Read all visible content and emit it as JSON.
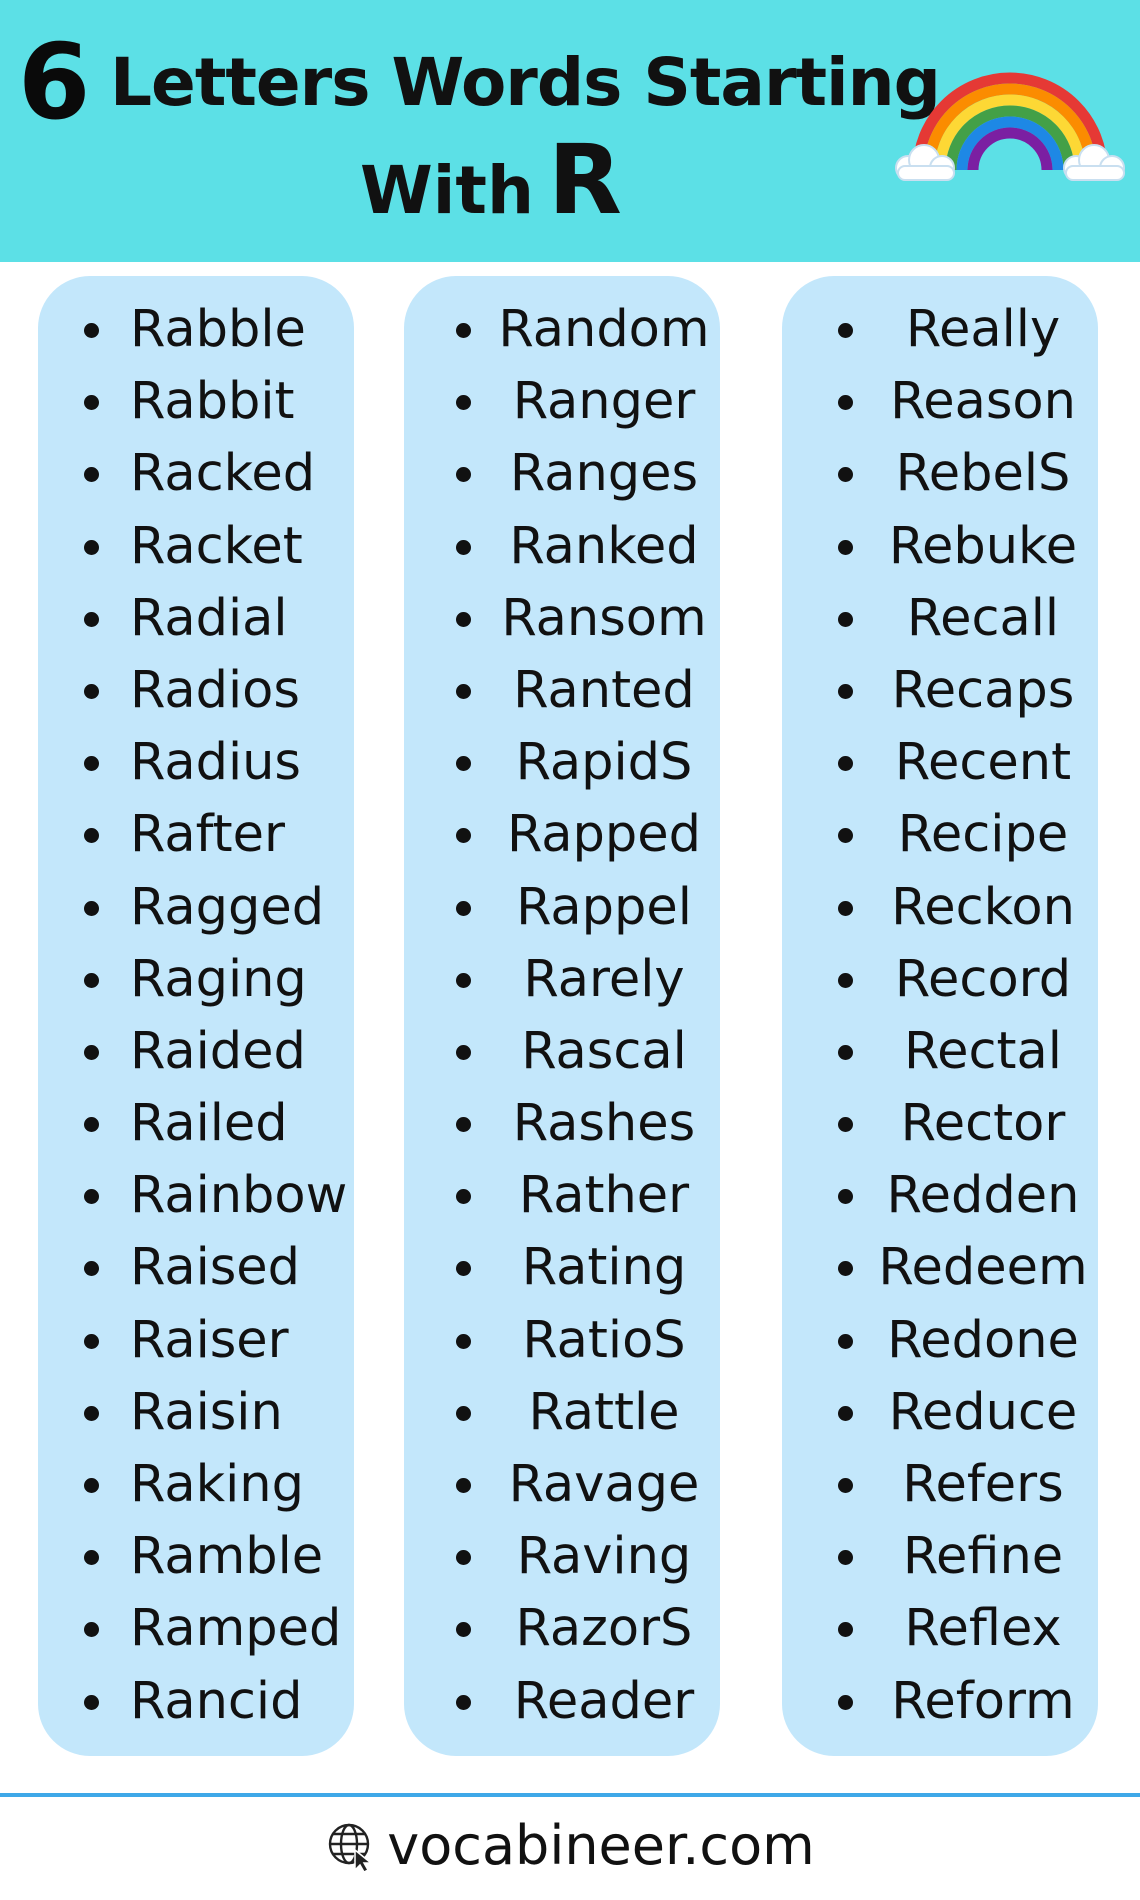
{
  "header": {
    "number": "6",
    "title_line1": "Letters Words Starting",
    "title_line2_prefix": "With",
    "title_letter": "R",
    "bg_color": "#5ce0e6"
  },
  "columns": [
    [
      "Rabble",
      "Rabbit",
      "Racked",
      "Racket",
      "Radial",
      "Radios",
      "Radius",
      "Rafter",
      "Ragged",
      "Raging",
      "Raided",
      "Railed",
      "Rainbow",
      "Raised",
      "Raiser",
      "Raisin",
      "Raking",
      "Ramble",
      "Ramped",
      "Rancid"
    ],
    [
      "Random",
      "Ranger",
      "Ranges",
      "Ranked",
      "Ransom",
      "Ranted",
      "RapidS",
      "Rapped",
      "Rappel",
      "Rarely",
      "Rascal",
      "Rashes",
      "Rather",
      "Rating",
      "RatioS",
      "Rattle",
      "Ravage",
      "Raving",
      "RazorS",
      "Reader"
    ],
    [
      "Really",
      "Reason",
      "RebelS",
      "Rebuke",
      "Recall",
      "Recaps",
      "Recent",
      "Recipe",
      "Reckon",
      "Record",
      "Rectal",
      "Rector",
      "Redden",
      "Redeem",
      "Redone",
      "Reduce",
      "Refers",
      "Refine",
      "Reflex",
      "Reform"
    ]
  ],
  "column_bg_color": "#c3e7fb",
  "footer": {
    "icon": "globe-cursor-icon",
    "site": "vocabineer.com",
    "divider_color": "#3ea8e8"
  }
}
